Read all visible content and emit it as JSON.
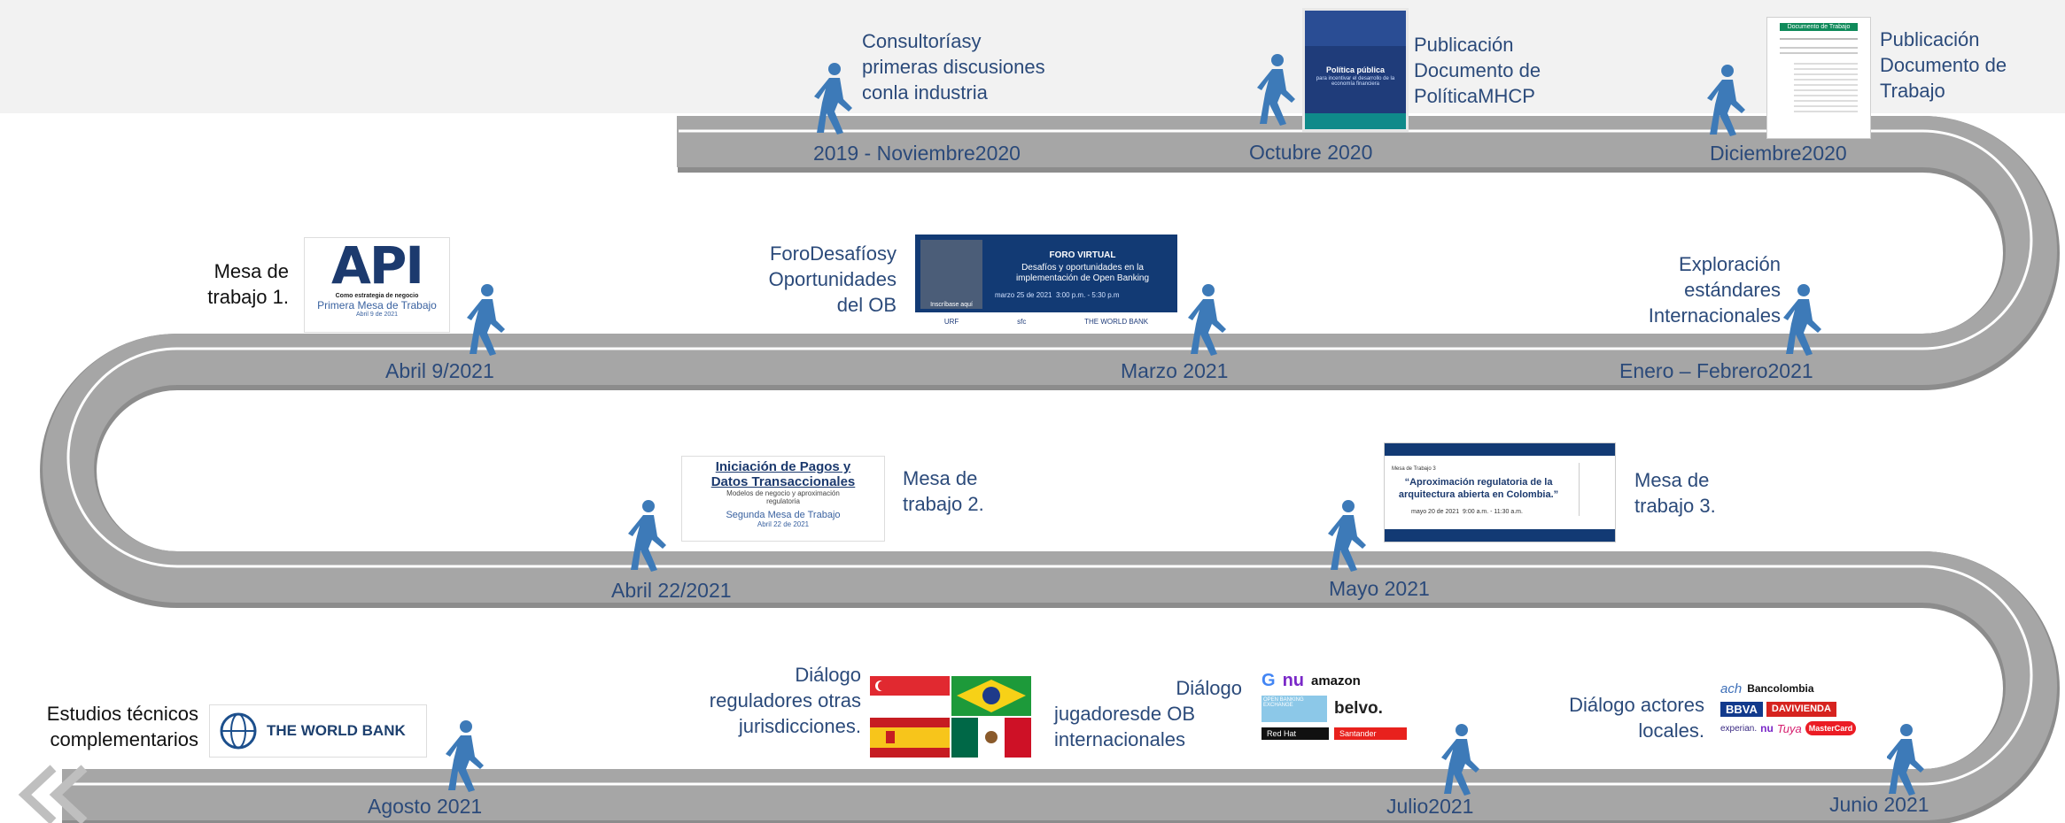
{
  "colors": {
    "road": "#a3a3a3",
    "road_dark": "#8f8f8f",
    "lane": "#ffffff",
    "label": "#2b4a7a",
    "walker": "#3d7ab8",
    "header_band": "#f2f2f2"
  },
  "milestones": [
    {
      "id": "m1",
      "date": "2019 - Noviembre2020",
      "text": [
        "Consultoríasy",
        "primeras discusiones",
        "conla industria"
      ]
    },
    {
      "id": "m2",
      "date": "Octubre 2020",
      "text": [
        "Publicación",
        "Documento de",
        "PolíticaMHCP"
      ]
    },
    {
      "id": "m3",
      "date": "Diciembre2020",
      "text": [
        "Publicación",
        "Documento de",
        "Trabajo"
      ]
    },
    {
      "id": "m4",
      "date": "Enero – Febrero2021",
      "text": [
        "Exploración",
        "estándares",
        "Internacionales"
      ]
    },
    {
      "id": "m5",
      "date": "Marzo 2021",
      "text": [
        "ForoDesafíosy",
        "Oportunidades",
        "del OB"
      ]
    },
    {
      "id": "m6",
      "date": "Abril 9/2021",
      "text": [
        "Mesa de",
        "trabajo 1."
      ]
    },
    {
      "id": "m7",
      "date": "Abril 22/2021",
      "text": [
        "Mesa de",
        "trabajo 2."
      ]
    },
    {
      "id": "m8",
      "date": "Mayo 2021",
      "text": [
        "Mesa de",
        "trabajo 3."
      ]
    },
    {
      "id": "m9",
      "date": "Junio 2021",
      "text": [
        "Diálogo actores",
        "locales."
      ]
    },
    {
      "id": "m10",
      "date": "Julio2021",
      "text": [
        "Diálogo",
        "jugadoresde OB",
        "internacionales"
      ]
    },
    {
      "id": "m11",
      "date": "Agosto 2021",
      "text": [
        "Diálogo",
        "reguladores otras",
        "jurisdicciones."
      ]
    },
    {
      "id": "m12",
      "text": [
        "Estudios técnicos",
        "complementarios"
      ]
    }
  ],
  "thumbs": {
    "doc_cover": {
      "title": "Política pública",
      "sub": "para incentivar el desarrollo de la economía financiera"
    },
    "work_doc": {
      "header": "Documento de Trabajo"
    },
    "api_card": {
      "big": "API",
      "small": "Como estrategia de negocio",
      "line1": "Primera Mesa de Trabajo",
      "line2": "Abril 9 de 2021"
    },
    "forum_card": {
      "title": "FORO VIRTUAL",
      "sub1": "Desafíos y oportunidades en la",
      "sub2": "implementación de Open Banking",
      "date": "marzo 25 de 2021",
      "time": "3:00 p.m. - 5:30 p.m",
      "btn": "Inscríbase aquí",
      "logos": [
        "URF",
        "sfc",
        "THE WORLD BANK"
      ]
    },
    "pagos_card": {
      "title1": "Iniciación de Pagos y",
      "title2": "Datos Transaccionales",
      "sub1": "Modelos de negocio y aproximación",
      "sub2": "regulatoria",
      "line1": "Segunda Mesa de Trabajo",
      "line2": "Abril 22 de 2021"
    },
    "mesa3_card": {
      "small": "Mesa de Trabajo 3",
      "title1": "“Aproximación regulatoria de la",
      "title2": "arquitectura abierta en Colombia.”",
      "date": "mayo 20 de 2021",
      "time": "9:00 a.m. - 11:30 a.m."
    },
    "world_bank": {
      "name": "THE WORLD BANK"
    },
    "tech_logos": [
      "G",
      "nu",
      "amazon",
      "OPEN BANKING EXCHANGE",
      "belvo.",
      "Red Hat",
      "Santander"
    ],
    "local_logos": [
      "ach",
      "Bancolombia",
      "BBVA",
      "DAVIVIENDA",
      "experian.",
      "nu",
      "Tuya",
      "MasterCard"
    ]
  }
}
